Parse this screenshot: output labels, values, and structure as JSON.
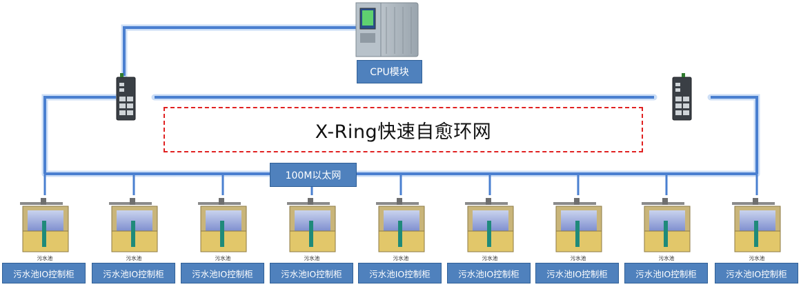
{
  "cpu": {
    "label": "CPU模块"
  },
  "ring": {
    "title": "X-Ring快速自愈环网"
  },
  "network": {
    "label": "100M以太网"
  },
  "tanks": [
    {
      "label": "污水池IO控制柜",
      "sign": "污水池"
    },
    {
      "label": "污水池IO控制柜",
      "sign": "污水池"
    },
    {
      "label": "污水池IO控制柜",
      "sign": "污水池"
    },
    {
      "label": "污水池IO控制柜",
      "sign": "污水池"
    },
    {
      "label": "污水池IO控制柜",
      "sign": "污水池"
    },
    {
      "label": "污水池IO控制柜",
      "sign": "污水池"
    },
    {
      "label": "污水池IO控制柜",
      "sign": "污水池"
    },
    {
      "label": "污水池IO控制柜",
      "sign": "污水池"
    },
    {
      "label": "污水池IO控制柜",
      "sign": "污水池"
    }
  ],
  "colors": {
    "link": "#4a7fd0",
    "glow": "#bcd4f5",
    "label_bg": "#4f81bd",
    "ring_border": "#e02020"
  }
}
